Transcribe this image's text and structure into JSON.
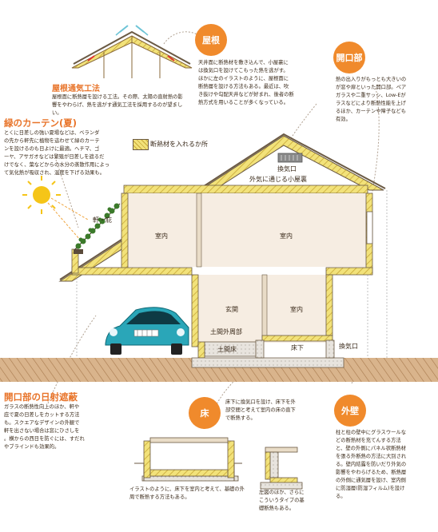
{
  "roof_vent": {
    "title": "屋根通気工法",
    "text": "屋根面に断熱層を設ける工法。その際、太陽の直射熱の影\n響をやわらげ、熱を逃がす通気工法を採用するのが望ましい。"
  },
  "roof": {
    "badge": "屋根",
    "text": "天井面に断熱材を敷き込んで、小屋裏に\nは換気口を設けてこもった熱を逃がす。\nほかに左のイラストのように、屋根面に\n断熱層を設ける方法もある。最近は、吹\nき抜けや勾配天井などが好まれ、後者の断\n熱方式を用いることが多くなっている。"
  },
  "opening": {
    "badge": "開口部",
    "text": "熱の出入りがもっとも大きいの\nが窓や扉といった開口部。ペア\nガラスや二重サッシ、Low-Eが\nラスなどにより断熱性能を上げ\nるほか、カーテンや障子なども\n有効。"
  },
  "green_curtain": {
    "title": "緑のカーテン(夏)",
    "text": "とくに日差しの強い夏場などは、ベランダ\nの先から軒先に植物を這わせて緑のカーテ\nンを設けるのも日よけに最適。ヘチマ、ゴ\nーヤ、アサガオなどは繁殖が日差しを遮るだ\nけでなく、葉などからの水分の蒸散作用によっ\nて気化熱が吸収され、温度を下げる効果も。"
  },
  "legend": {
    "text": "断熱材を入れるか所"
  },
  "house_labels": {
    "vent_top": "換気口",
    "attic": "外気に通じる小屋裏",
    "eaves": "軒・庇",
    "room1": "室内",
    "room2": "室内",
    "entrance": "玄関",
    "room3": "室内",
    "earth_wall": "土間外周部",
    "earth_floor": "土間床",
    "underfloor": "床下",
    "vent_bottom": "換気口"
  },
  "shading": {
    "title": "開口部の日射遮蔽",
    "text": "ガラスの断熱性向上のほか、軒や\n庇で夏の日差しをカットする方法\nも。スクエアなデザインの外観で\n軒を出さない場合は窓にひさしを\n。横からの西日を防ぐには、すだれ\nやブラインドも効果的。"
  },
  "floor": {
    "badge": "床",
    "text": "床下に換気口を設け、床下を外\n部空間と考えて室内の床の直下\nで断熱する。",
    "caption_left": "イラストのように、床下を室内と考えて、基礎の外\n周で断熱する方法もある。",
    "caption_right": "左図のほか、さらに\nこういうタイプの基\n礎断熱もある。"
  },
  "wall": {
    "badge": "外壁",
    "text": "柱と柱の壁中にグラスウールな\nどの断熱材を充てんする方法\nと、壁の外側にパネル状断熱材\nを張る外断熱の方法に大別され\nる。壁内結露を防いだり外気の\n影響をやわらげるため、断熱層\nの外側に通気層を設け、室内側\nに防湿層(防湿フィルム)を設け\nる。"
  },
  "colors": {
    "accent": "#f08a2c",
    "insulation": "#f2e27a",
    "wall_fill": "#f6ede2",
    "ground": "#c9a27b",
    "car": "#2aa6b8"
  }
}
